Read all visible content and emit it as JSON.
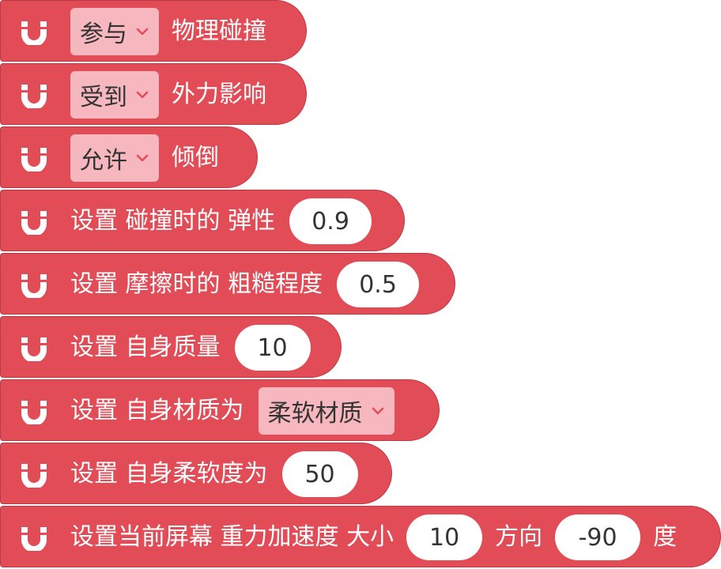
{
  "blocks": [
    {
      "dropdown": "参与",
      "text": "物理碰撞"
    },
    {
      "dropdown": "受到",
      "text": "外力影响"
    },
    {
      "dropdown": "允许",
      "text": "倾倒"
    },
    {
      "text": "设置 碰撞时的 弹性",
      "value": "0.9"
    },
    {
      "text": "设置 摩擦时的 粗糙程度",
      "value": "0.5"
    },
    {
      "text": "设置 自身质量",
      "value": "10"
    },
    {
      "text": "设置 自身材质为",
      "dropdown": "柔软材质"
    },
    {
      "text": "设置 自身柔软度为",
      "value": "50"
    },
    {
      "text": "设置当前屏幕 重力加速度 大小",
      "value1": "10",
      "text2": "方向",
      "value2": "-90",
      "text3": "度"
    }
  ],
  "colors": {
    "block": "#e14c57",
    "block_border": "#b73b46",
    "dropdown_bg": "#f6b7be",
    "field_bg": "#ffffff",
    "field_text": "#333333",
    "chevron": "#e14c57"
  },
  "icons": {
    "block_icon": "magnet-icon",
    "dropdown_icon": "chevron-down-icon"
  }
}
